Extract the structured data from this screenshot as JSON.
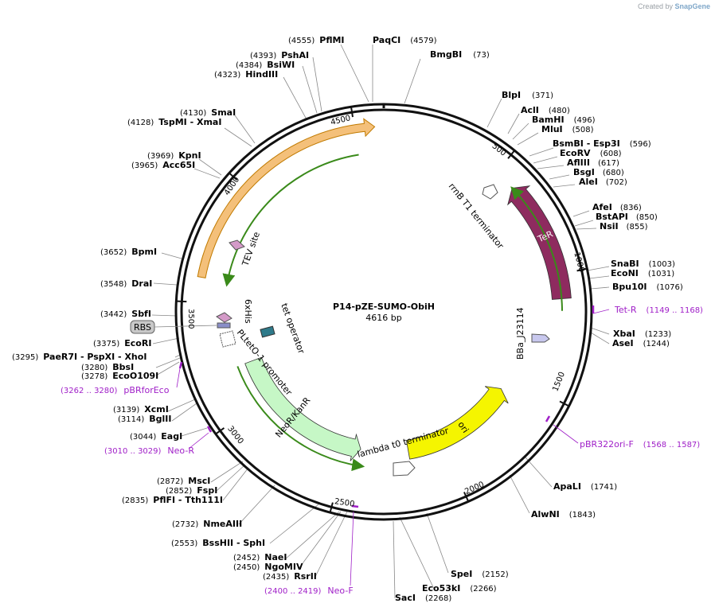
{
  "credit": {
    "prefix": "Created by",
    "brand": "SnapGene"
  },
  "plasmid": {
    "name": "P14-pZE-SUMO-ObiH",
    "length": "4616 bp",
    "bp": 4616
  },
  "ticks": [
    500,
    1000,
    1500,
    2000,
    2500,
    3000,
    3500,
    4000,
    4500
  ],
  "features": [
    {
      "id": "tetR",
      "label": "TeR",
      "start": 590,
      "end": 1100,
      "direction": "reverse",
      "color": "#8e2b5f"
    },
    {
      "id": "ori",
      "label": "ori",
      "start": 1580,
      "end": 2180,
      "direction": "reverse",
      "color": "#f5f500"
    },
    {
      "id": "neo",
      "label": "NeoR/KanR",
      "start": 2430,
      "end": 3200,
      "direction": "reverse",
      "color": "#c6f7c6"
    },
    {
      "id": "sumo",
      "label": "",
      "start": 3600,
      "end": 4580,
      "direction": "forward",
      "color": "#f4c07a"
    }
  ],
  "inner_arrows": [
    {
      "id": "g1",
      "start": 600,
      "end": 1150
    },
    {
      "id": "g2",
      "start": 2420,
      "end": 3200
    },
    {
      "id": "g3",
      "start": 3600,
      "end": 4500
    }
  ],
  "small_features": [
    {
      "id": "rrnB",
      "label": "rrnB T1 terminator"
    },
    {
      "id": "bba",
      "label": "BBa_J23114"
    },
    {
      "id": "lambda",
      "label": "lambda t0 terminator"
    },
    {
      "id": "tev",
      "label": "TEV site"
    },
    {
      "id": "his",
      "label": "6xHis"
    },
    {
      "id": "tetop",
      "label": "tet operator"
    },
    {
      "id": "pltet",
      "label": "PLtetO-1 promoter"
    },
    {
      "id": "rbs",
      "label": "RBS"
    }
  ],
  "enzymes": [
    {
      "pos": "(4555)",
      "name": "PflMI"
    },
    {
      "pos": "(4579)",
      "name": "PaqCI"
    },
    {
      "pos": "(73)",
      "name": "BmgBI"
    },
    {
      "pos": "(4393)",
      "name": "PshAI"
    },
    {
      "pos": "(4384)",
      "name": "BsiWI"
    },
    {
      "pos": "(4323)",
      "name": "HindIII"
    },
    {
      "pos": "(371)",
      "name": "BlpI"
    },
    {
      "pos": "(480)",
      "name": "AclI"
    },
    {
      "pos": "(496)",
      "name": "BamHI"
    },
    {
      "pos": "(508)",
      "name": "MluI"
    },
    {
      "pos": "(4130)",
      "name": "SmaI"
    },
    {
      "pos": "(4128)",
      "name": "TspMI - XmaI"
    },
    {
      "pos": "(596)",
      "name": "BsmBI - Esp3I"
    },
    {
      "pos": "(608)",
      "name": "EcoRV"
    },
    {
      "pos": "(617)",
      "name": "AflIII"
    },
    {
      "pos": "(680)",
      "name": "BsgI"
    },
    {
      "pos": "(702)",
      "name": "AleI"
    },
    {
      "pos": "(3969)",
      "name": "KpnI"
    },
    {
      "pos": "(3965)",
      "name": "Acc65I"
    },
    {
      "pos": "(836)",
      "name": "AfeI"
    },
    {
      "pos": "(850)",
      "name": "BstAPI"
    },
    {
      "pos": "(855)",
      "name": "NsiI"
    },
    {
      "pos": "(3652)",
      "name": "BpmI"
    },
    {
      "pos": "(1003)",
      "name": "SnaBI"
    },
    {
      "pos": "(1031)",
      "name": "EcoNI"
    },
    {
      "pos": "(1076)",
      "name": "Bpu10I"
    },
    {
      "pos": "(3548)",
      "name": "DraI"
    },
    {
      "pos": "(3442)",
      "name": "SbfI"
    },
    {
      "pos": "(1233)",
      "name": "XbaI"
    },
    {
      "pos": "(1244)",
      "name": "AseI"
    },
    {
      "pos": "(3375)",
      "name": "EcoRI"
    },
    {
      "pos": "(3295)",
      "name": "PaeR7I - PspXI - XhoI"
    },
    {
      "pos": "(3280)",
      "name": "BbsI"
    },
    {
      "pos": "(3278)",
      "name": "EcoO109I"
    },
    {
      "pos": "(3139)",
      "name": "XcmI"
    },
    {
      "pos": "(3114)",
      "name": "BglII"
    },
    {
      "pos": "(3044)",
      "name": "EagI"
    },
    {
      "pos": "(1741)",
      "name": "ApaLI"
    },
    {
      "pos": "(1843)",
      "name": "AlwNI"
    },
    {
      "pos": "(2872)",
      "name": "MscI"
    },
    {
      "pos": "(2852)",
      "name": "FspI"
    },
    {
      "pos": "(2835)",
      "name": "PflFI - Tth111I"
    },
    {
      "pos": "(2732)",
      "name": "NmeAIII"
    },
    {
      "pos": "(2553)",
      "name": "BssHII - SphI"
    },
    {
      "pos": "(2452)",
      "name": "NaeI"
    },
    {
      "pos": "(2450)",
      "name": "NgoMIV"
    },
    {
      "pos": "(2435)",
      "name": "RsrII"
    },
    {
      "pos": "(2152)",
      "name": "SpeI"
    },
    {
      "pos": "(2266)",
      "name": "Eco53kI"
    },
    {
      "pos": "(2268)",
      "name": "SacI"
    }
  ],
  "primers": [
    {
      "name": "Tet-R",
      "range": "(1149 .. 1168)"
    },
    {
      "name": "pBR322ori-F",
      "range": "(1568 .. 1587)"
    },
    {
      "name": "pBRforEco",
      "range": "(3262 .. 3280)"
    },
    {
      "name": "Neo-R",
      "range": "(3010 .. 3029)"
    },
    {
      "name": "Neo-F",
      "range": "(2400 .. 2419)"
    }
  ],
  "colors": {
    "backbone": "#000000",
    "primer": "#a020c8",
    "tetR": "#8e2b5f",
    "ori": "#f5f500",
    "neo": "#c6f7c6",
    "sumo": "#f4c07a",
    "guide": "#3a8a1a"
  }
}
